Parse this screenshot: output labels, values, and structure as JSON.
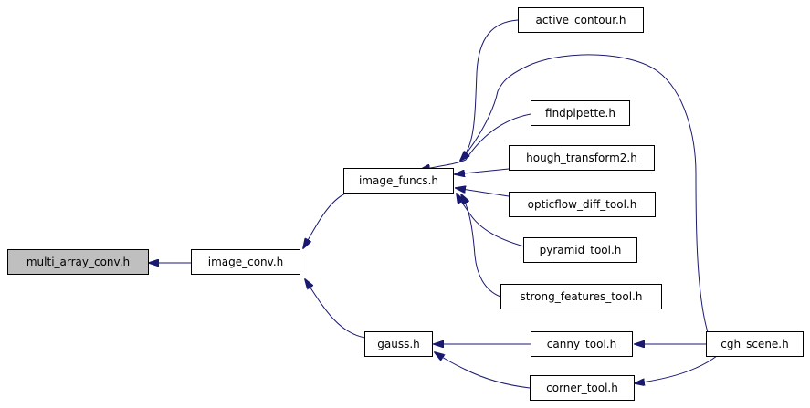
{
  "graph": {
    "nodes": {
      "multi_array_conv": "multi_array_conv.h",
      "image_conv": "image_conv.h",
      "image_funcs": "image_funcs.h",
      "gauss": "gauss.h",
      "active_contour": "active_contour.h",
      "findpipette": "findpipette.h",
      "hough_transform2": "hough_transform2.h",
      "opticflow_diff_tool": "opticflow_diff_tool.h",
      "pyramid_tool": "pyramid_tool.h",
      "strong_features_tool": "strong_features_tool.h",
      "canny_tool": "canny_tool.h",
      "corner_tool": "corner_tool.h",
      "cgh_scene": "cgh_scene.h"
    },
    "edges": [
      {
        "from": "image_conv",
        "to": "multi_array_conv"
      },
      {
        "from": "image_funcs",
        "to": "image_conv"
      },
      {
        "from": "gauss",
        "to": "image_conv"
      },
      {
        "from": "active_contour",
        "to": "image_funcs"
      },
      {
        "from": "cgh_scene",
        "to": "image_funcs"
      },
      {
        "from": "findpipette",
        "to": "image_funcs"
      },
      {
        "from": "hough_transform2",
        "to": "image_funcs"
      },
      {
        "from": "opticflow_diff_tool",
        "to": "image_funcs"
      },
      {
        "from": "pyramid_tool",
        "to": "image_funcs"
      },
      {
        "from": "strong_features_tool",
        "to": "image_funcs"
      },
      {
        "from": "canny_tool",
        "to": "gauss"
      },
      {
        "from": "corner_tool",
        "to": "gauss"
      },
      {
        "from": "cgh_scene",
        "to": "canny_tool"
      },
      {
        "from": "cgh_scene",
        "to": "corner_tool"
      }
    ],
    "colors": {
      "edge": "#191970",
      "root_fill": "#bfbfbf",
      "node_fill": "#ffffff",
      "node_border": "#000000"
    }
  }
}
